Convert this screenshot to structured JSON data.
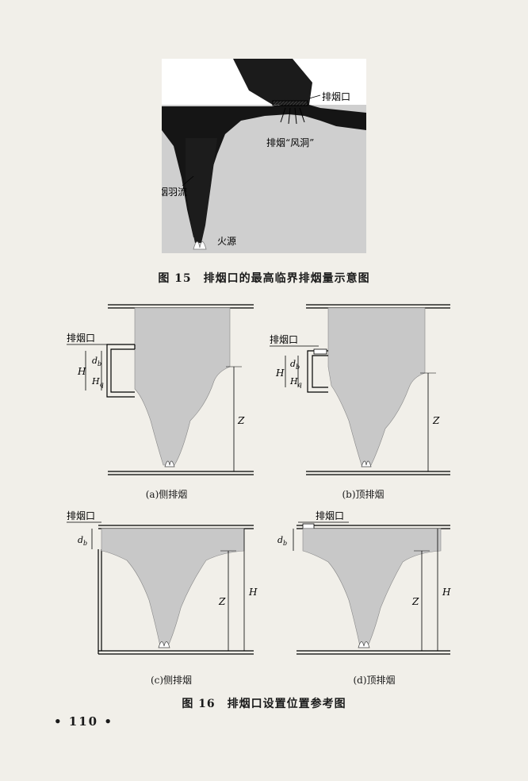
{
  "fig15": {
    "labels": {
      "vent": "排烟口",
      "wind_hole": "排烟“风洞”",
      "plume": "烟羽流",
      "fire": "火源"
    },
    "caption": "图 15　排烟口的最高临界排烟量示意图"
  },
  "fig16": {
    "panels": [
      {
        "vent_label": "排烟口",
        "sublabel": "(a)侧排烟"
      },
      {
        "vent_label": "排烟口",
        "sublabel": "(b)顶排烟"
      },
      {
        "vent_label": "排烟口",
        "sublabel": "(c)侧排烟"
      },
      {
        "vent_label": "排烟口",
        "sublabel": "(d)顶排烟"
      }
    ],
    "symbols": {
      "db": "d",
      "db_sub": "b",
      "H": "H",
      "Hq_sub": "q",
      "Z": "Z"
    },
    "caption": "图 16　排烟口设置位置参考图"
  },
  "page_number": "• 110 •"
}
